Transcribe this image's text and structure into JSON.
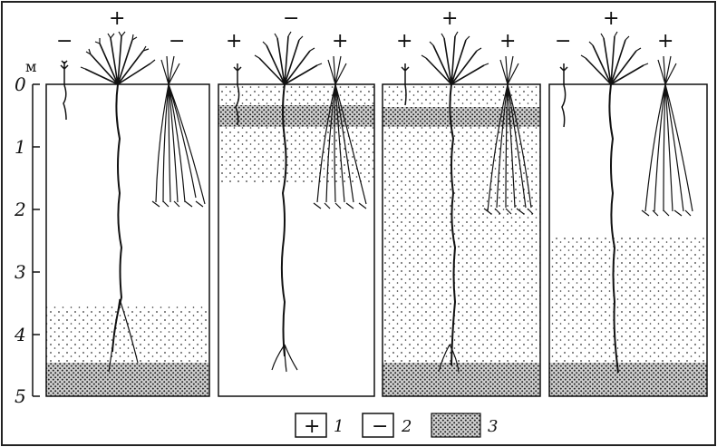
{
  "depth_axis": {
    "unit": "м",
    "ticks": [
      "0",
      "1",
      "2",
      "3",
      "4",
      "5"
    ]
  },
  "panels": [
    {
      "signs": {
        "left": "−",
        "center": "+",
        "right": "−"
      }
    },
    {
      "signs": {
        "left": "+",
        "center": "−",
        "right": "+"
      }
    },
    {
      "signs": {
        "left": "+",
        "center": "+",
        "right": "+"
      }
    },
    {
      "signs": {
        "left": "−",
        "center": "+",
        "right": "+"
      }
    }
  ],
  "legend": {
    "items": [
      {
        "symbol": "+",
        "number": "1"
      },
      {
        "symbol": "−",
        "number": "2"
      },
      {
        "symbol": "",
        "number": "3"
      }
    ]
  }
}
